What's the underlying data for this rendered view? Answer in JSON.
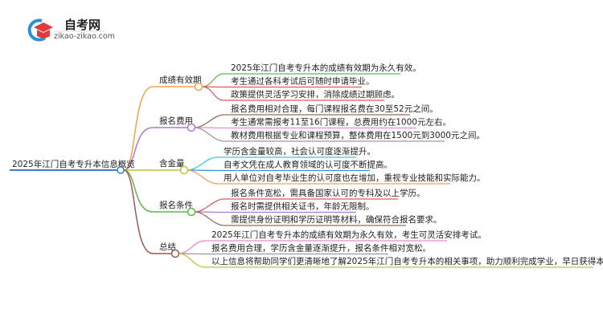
{
  "logo": {
    "title": "自考网",
    "subtitle": "zikao-zikao.com"
  },
  "root": {
    "label": "2025年江门自考专升本信息概览",
    "color": "#3f7fbf"
  },
  "branches": [
    {
      "label": "成绩有效期",
      "color": "#f5a04e",
      "leaves": [
        {
          "text": "2025年江门自考专升本的成绩有效期为永久有效。",
          "color": "#5cbf4a"
        },
        {
          "text": "考生通过各科考试后可随时申请毕业。",
          "color": "#e05a5a"
        },
        {
          "text": "政策提供灵活学习安排，消除成绩过期顾虑。",
          "color": "#e05a5a"
        }
      ]
    },
    {
      "label": "报名费用",
      "color": "#a77bd6",
      "leaves": [
        {
          "text": "报名费用相对合理，每门课程报名费在30至52元之间。",
          "color": "#9a6a5a"
        },
        {
          "text": "考生通常需报考11至16门课程，总费用约在1000元左右。",
          "color": "#e98ad0"
        },
        {
          "text": "教材费用根据专业和课程预算，整体费用在1500元到3000元之间。",
          "color": "#9a9a9a"
        }
      ]
    },
    {
      "label": "含金量",
      "color": "#c4c43a",
      "leaves": [
        {
          "text": "学历含金量较高，社会认可度逐渐提升。",
          "color": "#3fc6d8"
        },
        {
          "text": "自考文凭在成人教育领域的认可度不断提高。",
          "color": "#3f8fcf"
        },
        {
          "text": "用人单位对自考毕业生的认可度也在增加，重视专业技能和实际能力。",
          "color": "#f5a04e"
        }
      ]
    },
    {
      "label": "报名条件",
      "color": "#5cb84a",
      "leaves": [
        {
          "text": "报名条件宽松，需具备国家认可的专科及以上学历。",
          "color": "#e05a5a"
        },
        {
          "text": "报名时需提供相关证书，年龄无限制。",
          "color": "#a77bd6"
        },
        {
          "text": "需提供身份证明和学历证明等材料，确保符合报名要求。",
          "color": "#9a6a5a"
        }
      ]
    },
    {
      "label": "总结",
      "color": "#a0584e",
      "leaves": [
        {
          "text": "2025年江门自考专升本的成绩有效期为永久有效，考生可灵活安排考试。",
          "color": "#e98ad0"
        },
        {
          "text": "报名费用合理，学历含金量逐渐提升，报名条件相对宽松。",
          "color": "#9a9a9a"
        },
        {
          "text": "以上信息将帮助同学们更清晰地了解2025年江门自考专升本的相关事项，助力顺利完成学业，早日获得本科毕业证书。",
          "color": "#c4c43a"
        }
      ]
    }
  ]
}
